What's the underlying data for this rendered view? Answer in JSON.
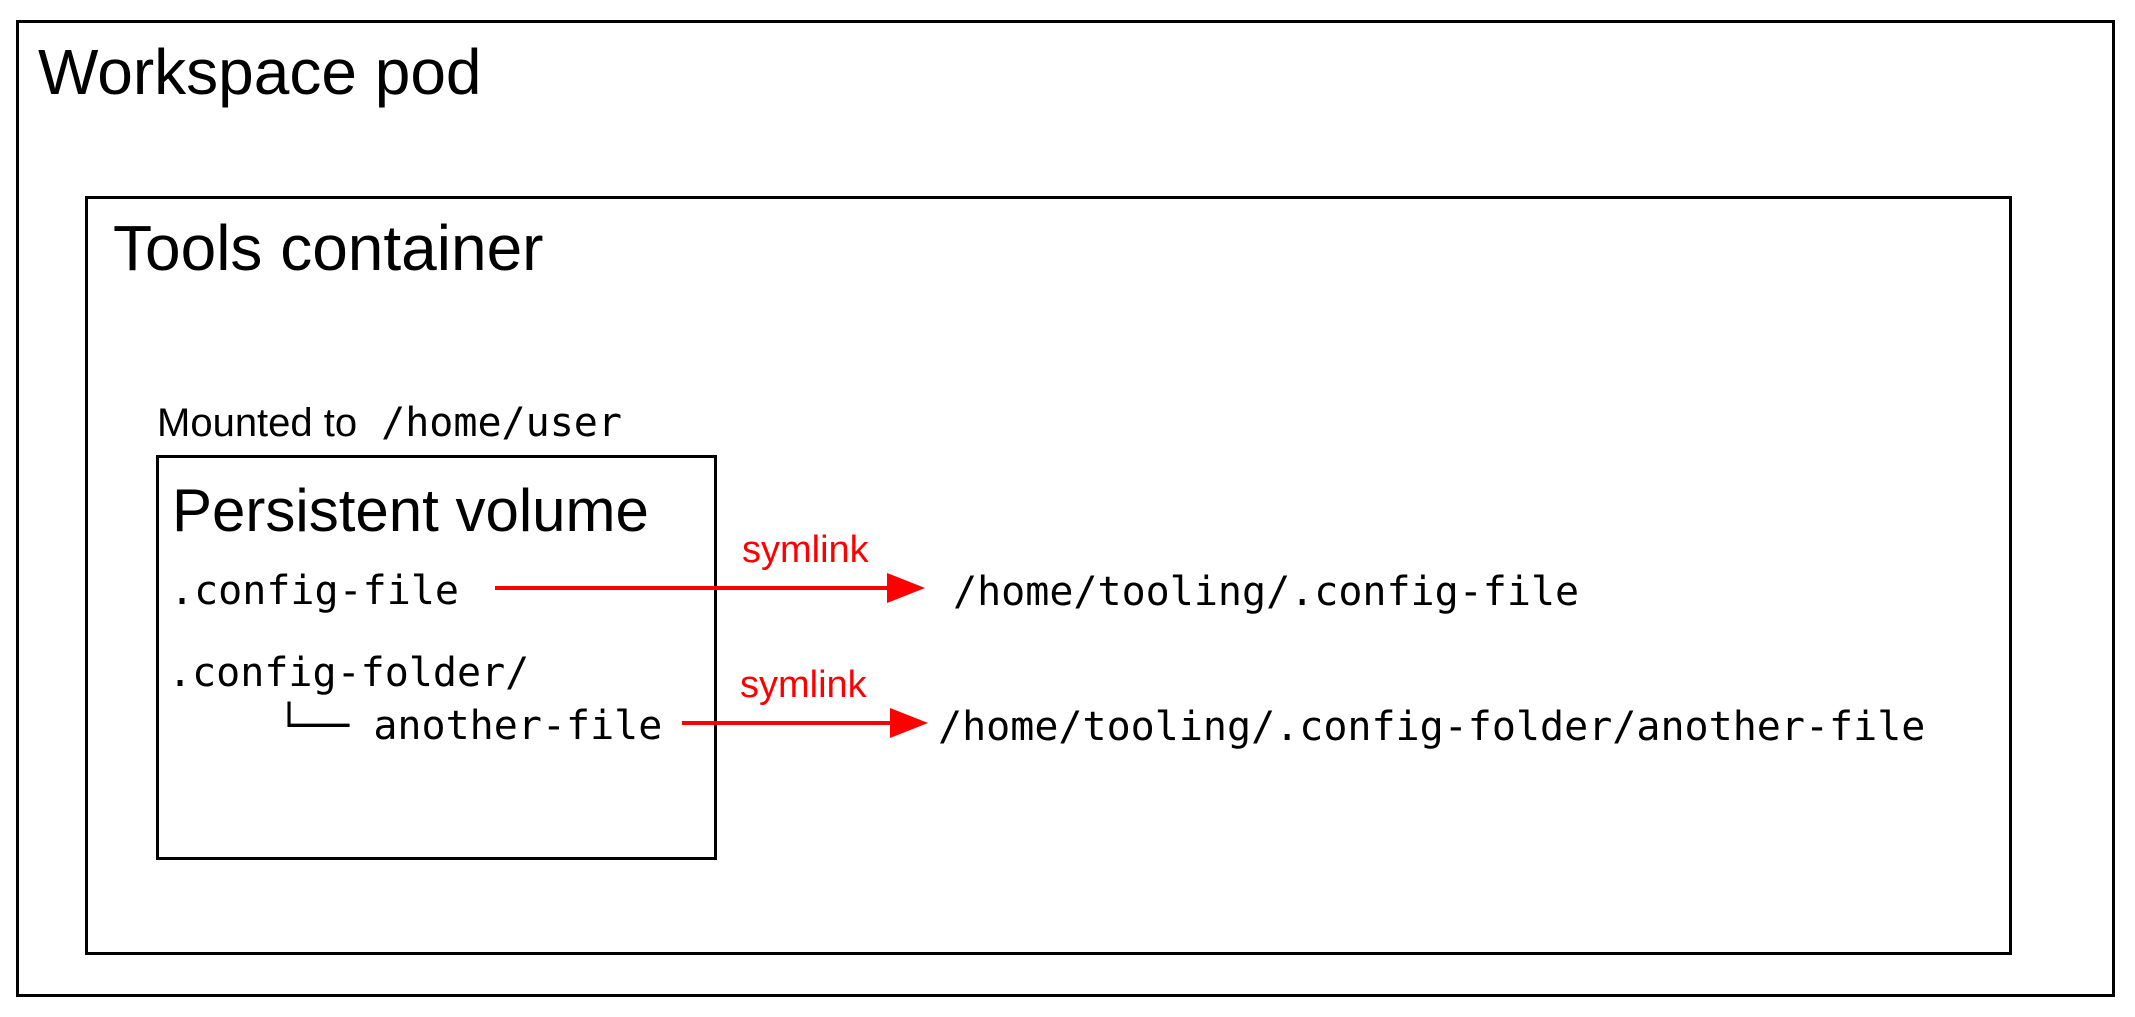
{
  "diagram": {
    "workspace_pod": {
      "label": "Workspace pod"
    },
    "tools_container": {
      "label": "Tools container"
    },
    "mount": {
      "prefix": "Mounted to",
      "path": "/home/user"
    },
    "persistent_volume": {
      "label": "Persistent volume",
      "file1": ".config-file",
      "folder": ".config-folder/",
      "child": "└── another-file"
    },
    "symlinks": [
      {
        "label": "symlink",
        "target": "/home/tooling/.config-file"
      },
      {
        "label": "symlink",
        "target": "/home/tooling/.config-folder/another-file"
      }
    ],
    "colors": {
      "arrow": "#ff0000",
      "border": "#000000",
      "text": "#000000"
    }
  }
}
